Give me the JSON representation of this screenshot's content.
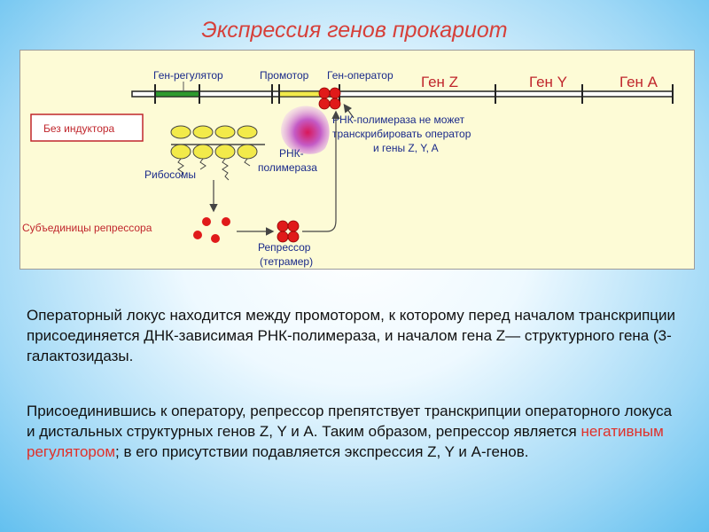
{
  "title": "Экспрессия генов прокариот",
  "diagram": {
    "labels": {
      "regulator": "Ген-регулятор",
      "promoter": "Промотор",
      "operator": "Ген-оператор",
      "gene_z": "Ген Z",
      "gene_y": "Ген Y",
      "gene_a": "Ген A",
      "no_inducer": "Без индуктора",
      "ribosomes": "Рибосомы",
      "rna_pol_line1": "РНК-",
      "rna_pol_line2": "полимераза",
      "note_line1": "РНК-полимераза не может",
      "note_line2": "транскрибировать оператор",
      "note_line3": "и гены Z, Y, A",
      "subunits": "Субъединицы репрессора",
      "repressor_line1": "Репрессор",
      "repressor_line2": "(тетрамер)"
    },
    "colors": {
      "regulator_segment": "#2e9a2e",
      "promoter_segment": "#f2ea4a",
      "repressor": "#e01a1a",
      "text_blue": "#1a2a8a",
      "text_red": "#c0262c"
    }
  },
  "paragraph1": "Операторный локус находится между промотором, к которому перед началом транскрипции присоединяется ДНК-зависимая РНК-полимераза, и началом гена Z— структурного гена (3-галактозидазы.",
  "paragraph2": {
    "before": "Присоединившись к оператору, репрессор препятствует транскрипции операторного локуса и дистальных структурных генов Z, Y и A. Таким образом, репрессор является ",
    "highlight": "негативным регулятором",
    "after": "; в его присутствии подавляется экспрессия Z, Y и A-генов."
  }
}
